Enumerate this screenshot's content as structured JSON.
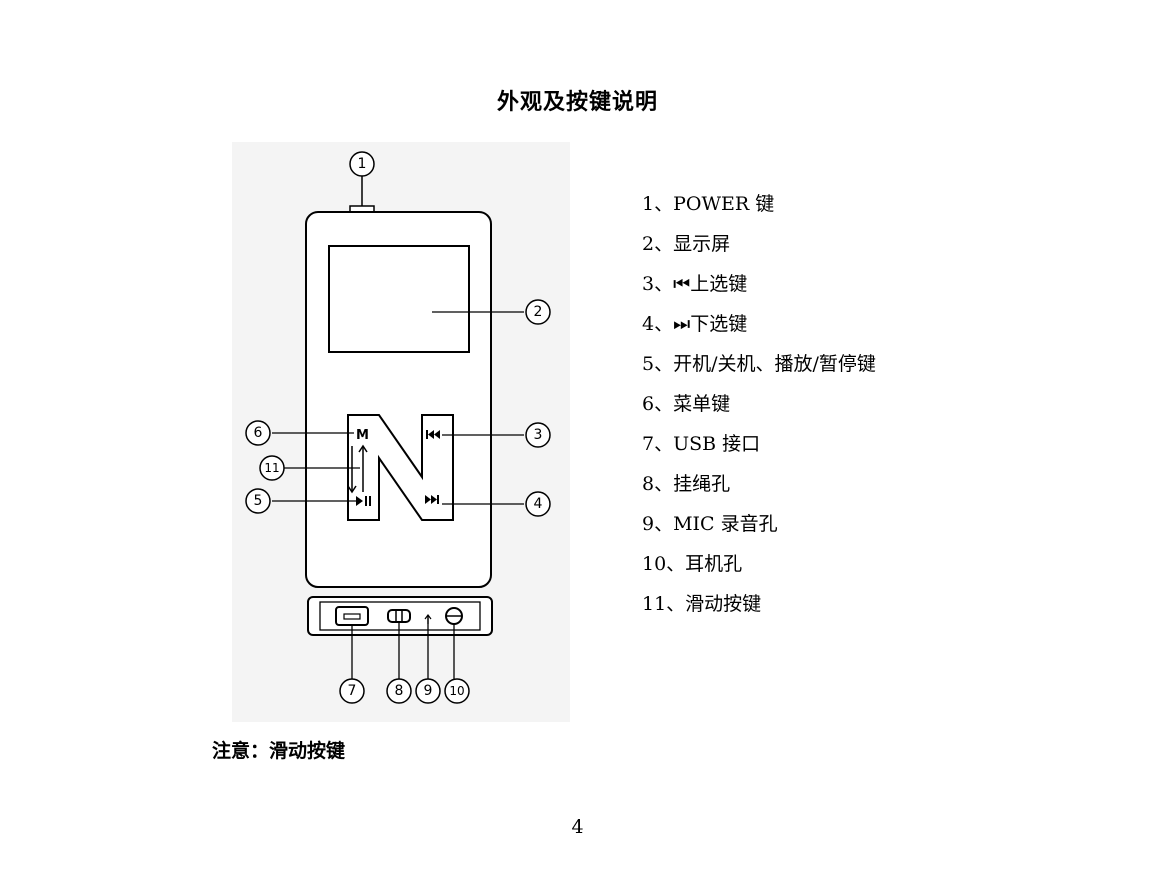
{
  "title": "外观及按键说明",
  "callouts": [
    "1",
    "2",
    "3",
    "4",
    "5",
    "6",
    "11",
    "7",
    "8",
    "9",
    "10"
  ],
  "legend": [
    "1、POWER 键",
    "2、显示屏",
    "3、⏮上选键",
    "4、⏭下选键",
    "5、开机/关机、播放/暂停键",
    "6、菜单键",
    "7、USB 接口",
    "8、挂绳孔",
    "9、MIC 录音孔",
    "10、耳机孔",
    "11、滑动按键"
  ],
  "device_labels": {
    "menu": "M"
  },
  "note": "注意：滑动按键",
  "page_number": "4"
}
